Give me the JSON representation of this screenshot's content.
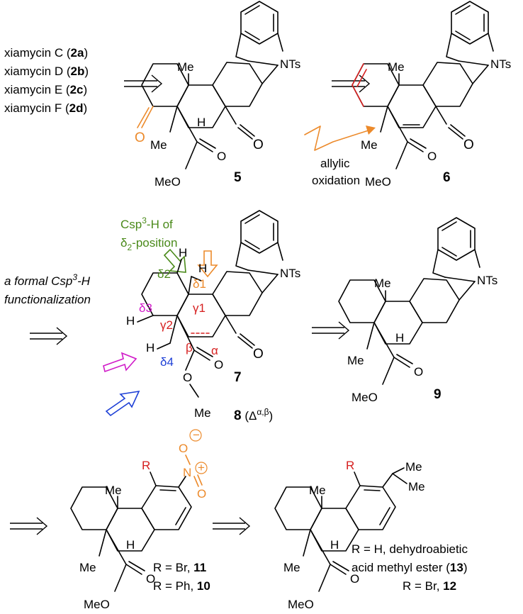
{
  "targets": {
    "lines": [
      {
        "name": "xiamycin C (",
        "num": "2a",
        "end": ")"
      },
      {
        "name": "xiamycin D (",
        "num": "2b",
        "end": ")"
      },
      {
        "name": "xiamycin E (",
        "num": "2c",
        "end": ")"
      },
      {
        "name": "xiamycin F (",
        "num": "2d",
        "end": ")"
      }
    ]
  },
  "atoms": {
    "me": "Me",
    "nts": "NTs",
    "h": "H",
    "o": "O",
    "meo": "MeO",
    "n": "N",
    "minus": "−",
    "plus": "+"
  },
  "labels": {
    "c5": "5",
    "c6": "6",
    "c7": "7",
    "c8": "8",
    "c8_delta": "(Δ",
    "c8_sup": "α,β",
    "c8_close": ")",
    "c9": "9",
    "allylic1": "allylic",
    "allylic2": "oxidation",
    "csp_line1a": "Csp",
    "csp_line1sup": "3",
    "csp_line1b": "-H of",
    "csp_line2a": "δ",
    "csp_line2sub": "2",
    "csp_line2b": "-position",
    "formal1a": "a formal Csp",
    "formal1sup": "3",
    "formal1b": "-H",
    "formal2": "functionalization",
    "delta1": "δ1",
    "delta2": "δ2",
    "delta3": "δ3",
    "delta4": "δ4",
    "gamma1": "γ1",
    "gamma2": "γ2",
    "alpha": "α",
    "beta": "β",
    "r": "R",
    "r_br_11a": "R = Br, ",
    "r_br_11b": "11",
    "r_ph_10a": "R = Ph, ",
    "r_ph_10b": "10",
    "r_h_13a": "R = H, dehydroabietic",
    "r_h_13b": "acid methyl ester (",
    "r_h_13c": "13",
    "r_h_13d": ")",
    "r_br_12a": "R = Br, ",
    "r_br_12b": "12"
  },
  "colors": {
    "orange": "#ec8a2b",
    "red": "#d62020",
    "green": "#4a8a1a",
    "magenta": "#d01ac8",
    "blue": "#1d3fd6"
  }
}
